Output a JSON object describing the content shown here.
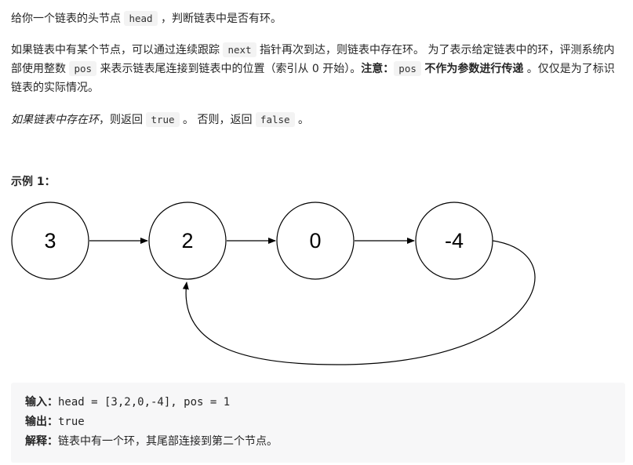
{
  "description": {
    "p1": {
      "t1": "给你一个链表的头节点",
      "code1": "head",
      "t2": "，判断链表中是否有环。"
    },
    "p2": {
      "t1": "如果链表中有某个节点，可以通过连续跟踪",
      "code1": "next",
      "t2": "指针再次到达，则链表中存在环。 为了表示给定链表中的环，评测系统内部使用整数",
      "code2": "pos",
      "t3": "来表示链表尾连接到链表中的位置（索引从 0 开始）。",
      "note_label": "注意：",
      "code3": "pos",
      "note_text": "不作为参数进行传递",
      "t4": "。仅仅是为了标识链表的实际情况。"
    },
    "p3": {
      "italic": "如果链表中存在环",
      "t1": "，则返回",
      "code1": "true",
      "t2": "。 否则，返回",
      "code2": "false",
      "t3": "。"
    }
  },
  "example": {
    "title": "示例 1：",
    "nodes": [
      "3",
      "2",
      "0",
      "-4"
    ],
    "input_label": "输入：",
    "input_value": "head = [3,2,0,-4], pos = 1",
    "output_label": "输出：",
    "output_value": "true",
    "explain_label": "解释：",
    "explain_value": "链表中有一个环，其尾部连接到第二个节点。"
  },
  "colors": {
    "text": "#262626",
    "code_bg": "#f3f3f3",
    "example_bg": "#f7f7f8",
    "diagram_stroke": "#000000"
  }
}
